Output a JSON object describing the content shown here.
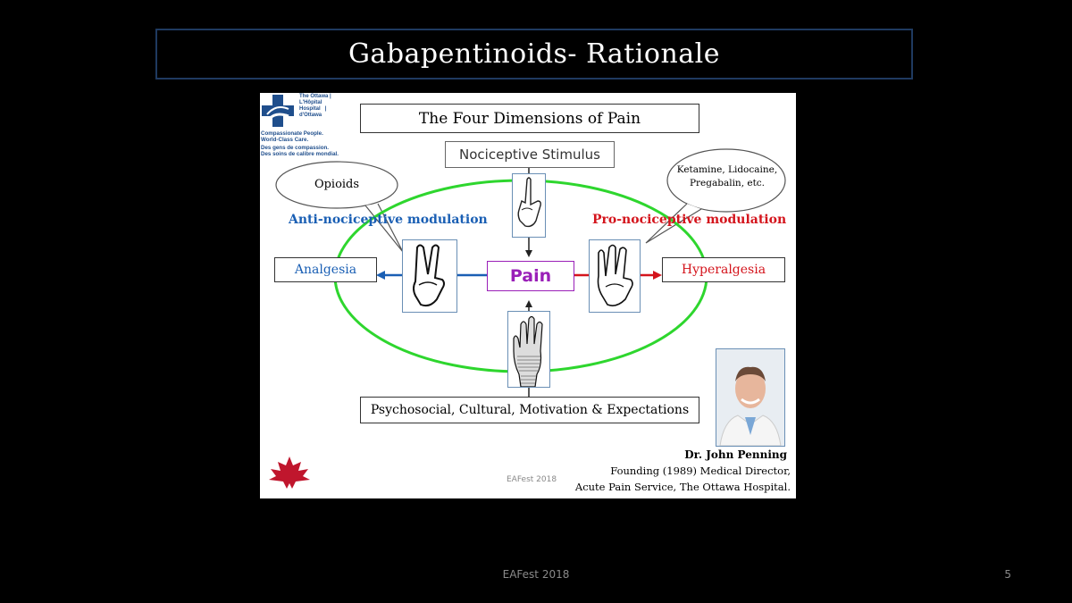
{
  "slide": {
    "title": "Gabapentinoids- Rationale",
    "footer": "EAFest 2018",
    "page_number": "5"
  },
  "logo": {
    "name_line1": "The Ottawa",
    "name_line2": "Hospital",
    "name_fr_line1": "L'Hôpital",
    "name_fr_line2": "d'Ottawa",
    "tagline_en_1": "Compassionate People.",
    "tagline_en_2": "World-Class Care.",
    "tagline_fr_1": "Des gens de compassion.",
    "tagline_fr_2": "Des soins de calibre mondial."
  },
  "diagram": {
    "heading": "The Four Dimensions of Pain",
    "stimulus": "Nociceptive Stimulus",
    "center": "Pain",
    "left_outcome": "Analgesia",
    "right_outcome": "Hyperalgesia",
    "left_modulation": "Anti-nociceptive modulation",
    "right_modulation": "Pro-nociceptive modulation",
    "left_bubble": "Opioids",
    "right_bubble_line1": "Ketamine, Lidocaine,",
    "right_bubble_line2": "Pregabalin, etc.",
    "bottom": "Psychosocial, Cultural, Motivation & Expectations",
    "watermark": "EAFest 2018",
    "credit_name": "Dr. John Penning",
    "credit_line1": "Founding (1989) Medical Director,",
    "credit_line2": "Acute Pain Service, The Ottawa Hospital."
  },
  "colors": {
    "blue": "#1a5fb4",
    "red": "#d4141c",
    "purple": "#9a1fb8",
    "green": "#2ed62e",
    "logo_blue": "#1f4e8c"
  }
}
